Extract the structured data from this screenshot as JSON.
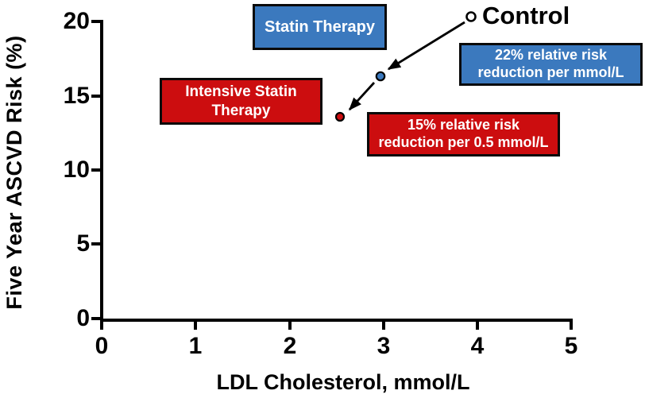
{
  "chart_data": {
    "type": "scatter",
    "title": "",
    "xlabel": "LDL Cholesterol, mmol/L",
    "ylabel": "Five Year ASCVD Risk (%)",
    "xlim": [
      0,
      5
    ],
    "ylim": [
      0,
      20
    ],
    "grid": false,
    "legend": "none",
    "xtick_labels": [
      "0",
      "1",
      "2",
      "3",
      "4",
      "5"
    ],
    "ytick_labels": [
      "0",
      "5",
      "10",
      "15",
      "20"
    ],
    "points": [
      {
        "label": "Control",
        "x": 3.95,
        "y": 20.3,
        "marker": "open-circle",
        "fill": "#ffffff",
        "stroke": "#000000"
      },
      {
        "label": "Statin Therapy",
        "x": 2.95,
        "y": 16.3,
        "marker": "circle",
        "fill": "#3b79be",
        "stroke": "#000000"
      },
      {
        "label": "Intensive Statin Therapy",
        "x": 2.5,
        "y": 13.6,
        "marker": "circle",
        "fill": "#cc0d0f",
        "stroke": "#000000"
      }
    ],
    "arrows": [
      {
        "from": "Control",
        "to": "Statin Therapy"
      },
      {
        "from": "Statin Therapy",
        "to": "Intensive Statin Therapy"
      }
    ],
    "annotations": {
      "control_label": "Control",
      "statin_box": "Statin Therapy",
      "intensive_box": "Intensive Statin Therapy",
      "statin_note": "22% relative risk reduction per mmol/L",
      "intensive_note": "15% relative risk reduction per 0.5 mmol/L"
    },
    "colors": {
      "blue": "#3b79be",
      "red": "#cc0d0f",
      "axis": "#000000",
      "background": "#ffffff"
    }
  }
}
